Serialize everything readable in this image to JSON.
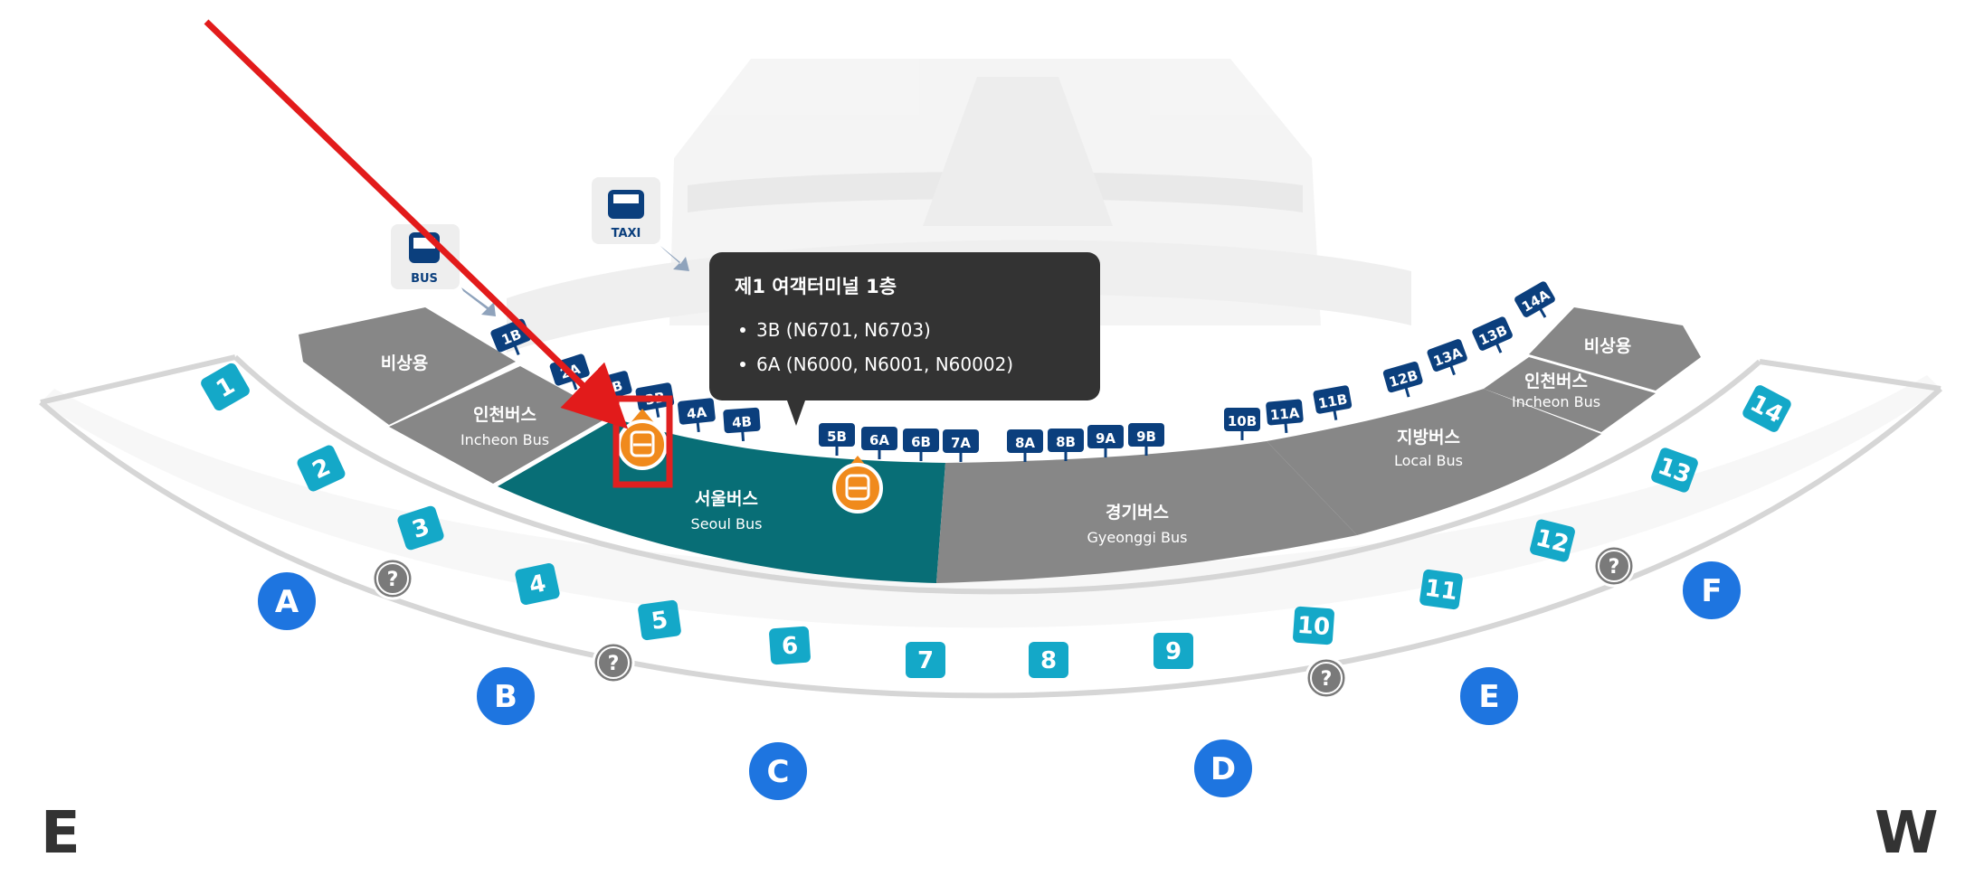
{
  "map": {
    "compass": {
      "left": "E",
      "right": "W"
    },
    "transport_icons": [
      {
        "id": "bus",
        "label": "BUS",
        "icon": "bus-icon"
      },
      {
        "id": "taxi",
        "label": "TAXI",
        "icon": "taxi-icon"
      }
    ],
    "zones": [
      {
        "id": "emergency-left",
        "label": "비상용",
        "sub": ""
      },
      {
        "id": "incheon-left",
        "label": "인천버스",
        "sub": "Incheon Bus"
      },
      {
        "id": "seoul",
        "label": "서울버스",
        "sub": "Seoul Bus"
      },
      {
        "id": "gyeonggi",
        "label": "경기버스",
        "sub": "Gyeonggi Bus"
      },
      {
        "id": "local",
        "label": "지방버스",
        "sub": "Local Bus"
      },
      {
        "id": "incheon-right",
        "label": "인천버스",
        "sub": "Incheon Bus"
      },
      {
        "id": "emergency-right",
        "label": "비상용",
        "sub": ""
      }
    ],
    "bus_stops": [
      "1B",
      "2A",
      "2B",
      "3B",
      "4A",
      "4B",
      "5B",
      "6A",
      "6B",
      "7A",
      "8A",
      "8B",
      "9A",
      "9B",
      "10B",
      "11A",
      "11B",
      "12B",
      "13A",
      "13B",
      "14A"
    ],
    "gates": [
      "1",
      "2",
      "3",
      "4",
      "5",
      "6",
      "7",
      "8",
      "9",
      "10",
      "11",
      "12",
      "13",
      "14"
    ],
    "entrances": [
      "A",
      "B",
      "C",
      "D",
      "E",
      "F"
    ],
    "info_icon_glyph": "?",
    "bus_pin_icon": "bus-icon",
    "colors": {
      "seoul_zone": "#086e76",
      "gray_zone": "#878787",
      "stop_sign": "#0b3f7d",
      "gate_marker": "#14a8c8",
      "entrance_marker": "#1e75e0",
      "highlight_box": "#e02020",
      "arrow": "#e21b1b",
      "pin": "#f08a1c",
      "tooltip_bg": "#333333"
    }
  },
  "tooltip": {
    "title": "제1 여객터미널 1층",
    "items": [
      "3B (N6701, N6703)",
      "6A (N6000, N6001, N60002)"
    ]
  }
}
